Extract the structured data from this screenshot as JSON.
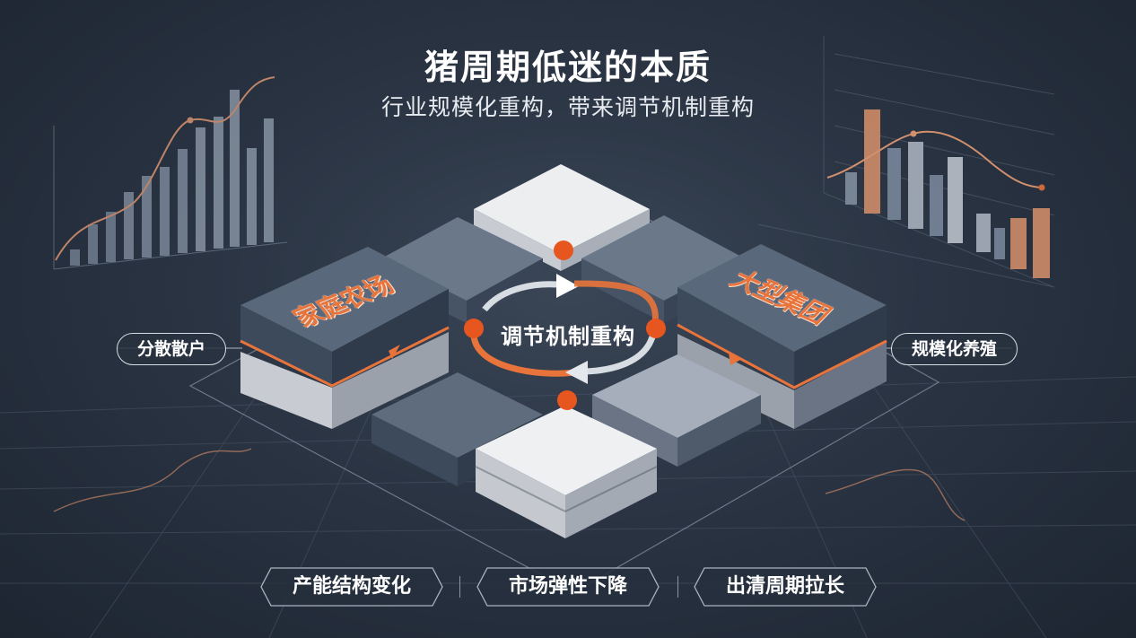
{
  "header": {
    "title": "猪周期低迷的本质",
    "subtitle": "行业规模化重构，带来调节机制重构"
  },
  "center": {
    "cycle_label": "调节机制重构"
  },
  "left_block": {
    "label": "家庭农场",
    "pill": "分散散户"
  },
  "right_block": {
    "label": "大型集团",
    "pill": "规模化养殖"
  },
  "bottom_tags": [
    {
      "label": "产能结构变化"
    },
    {
      "label": "市场弹性下降"
    },
    {
      "label": "出清周期拉长"
    }
  ],
  "colors": {
    "background": "#2a3443",
    "accent": "#e8743b",
    "block_dark": "#4e5d70",
    "block_light": "#e6e8eb"
  }
}
